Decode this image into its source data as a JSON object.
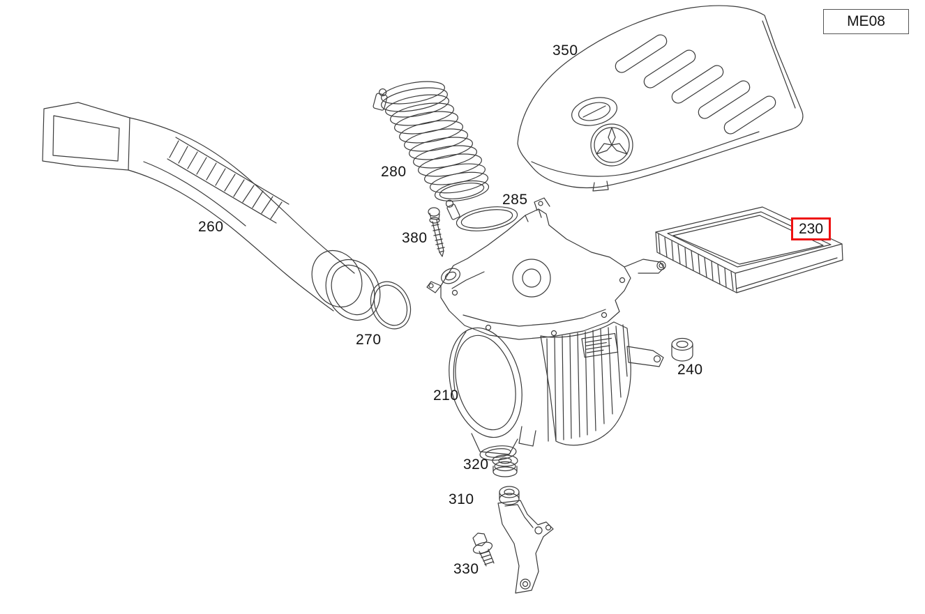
{
  "diagram": {
    "code": "ME08",
    "highlight": {
      "part": "230",
      "color": "#ee1111"
    }
  },
  "parts": [
    {
      "number": "350"
    },
    {
      "number": "280"
    },
    {
      "number": "285"
    },
    {
      "number": "380"
    },
    {
      "number": "260"
    },
    {
      "number": "270"
    },
    {
      "number": "210"
    },
    {
      "number": "230"
    },
    {
      "number": "240"
    },
    {
      "number": "320"
    },
    {
      "number": "310"
    },
    {
      "number": "330"
    }
  ]
}
